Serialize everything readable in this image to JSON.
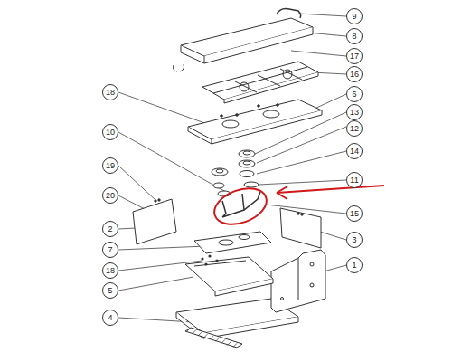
{
  "diagram": {
    "nodes": [
      {
        "text": [
          "9"
        ]
      },
      {
        "text": [
          "8"
        ]
      },
      {
        "text": [
          "17"
        ]
      },
      {
        "text": [
          "16"
        ]
      },
      {
        "text": [
          "18"
        ]
      },
      {
        "text": [
          "6"
        ]
      },
      {
        "text": [
          "13"
        ]
      },
      {
        "text": [
          "12"
        ]
      },
      {
        "text": [
          "10"
        ]
      },
      {
        "text": [
          "14"
        ]
      },
      {
        "text": [
          "19"
        ]
      },
      {
        "text": [
          "11"
        ]
      },
      {
        "text": [
          "20"
        ]
      },
      {
        "text": [
          "15"
        ]
      },
      {
        "text": [
          "2"
        ]
      },
      {
        "text": [
          "3"
        ]
      },
      {
        "text": [
          "7"
        ]
      },
      {
        "text": [
          "1"
        ]
      },
      {
        "text": [
          "18"
        ]
      },
      {
        "text": [
          "5"
        ]
      },
      {
        "text": [
          "4"
        ]
      }
    ]
  }
}
